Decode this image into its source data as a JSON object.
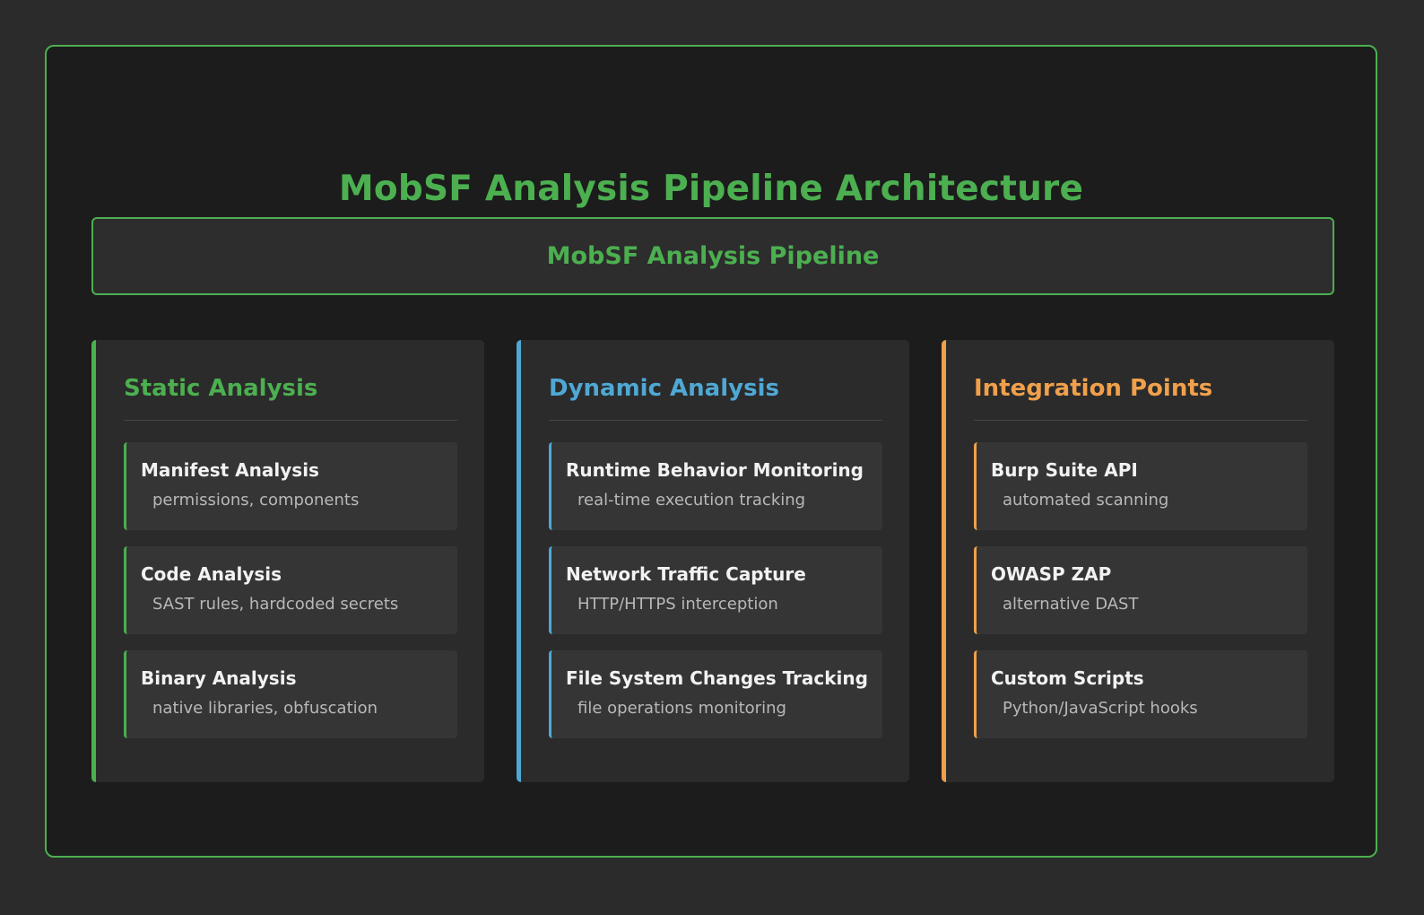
{
  "title": "MobSF Analysis Pipeline Architecture",
  "pipeline": {
    "label": "MobSF Analysis Pipeline"
  },
  "colors": {
    "green": "#4caf50",
    "blue": "#4fa8d4",
    "orange": "#f0a04b"
  },
  "columns": [
    {
      "title": "Static Analysis",
      "items": [
        {
          "title": "Manifest Analysis",
          "desc": "permissions, components"
        },
        {
          "title": "Code Analysis",
          "desc": "SAST rules, hardcoded secrets"
        },
        {
          "title": "Binary Analysis",
          "desc": "native libraries, obfuscation"
        }
      ]
    },
    {
      "title": "Dynamic Analysis",
      "items": [
        {
          "title": "Runtime Behavior Monitoring",
          "desc": "real-time execution tracking"
        },
        {
          "title": "Network Traffic Capture",
          "desc": "HTTP/HTTPS interception"
        },
        {
          "title": "File System Changes Tracking",
          "desc": "file operations monitoring"
        }
      ]
    },
    {
      "title": "Integration Points",
      "items": [
        {
          "title": "Burp Suite API",
          "desc": "automated scanning"
        },
        {
          "title": "OWASP ZAP",
          "desc": "alternative DAST"
        },
        {
          "title": "Custom Scripts",
          "desc": "Python/JavaScript hooks"
        }
      ]
    }
  ]
}
